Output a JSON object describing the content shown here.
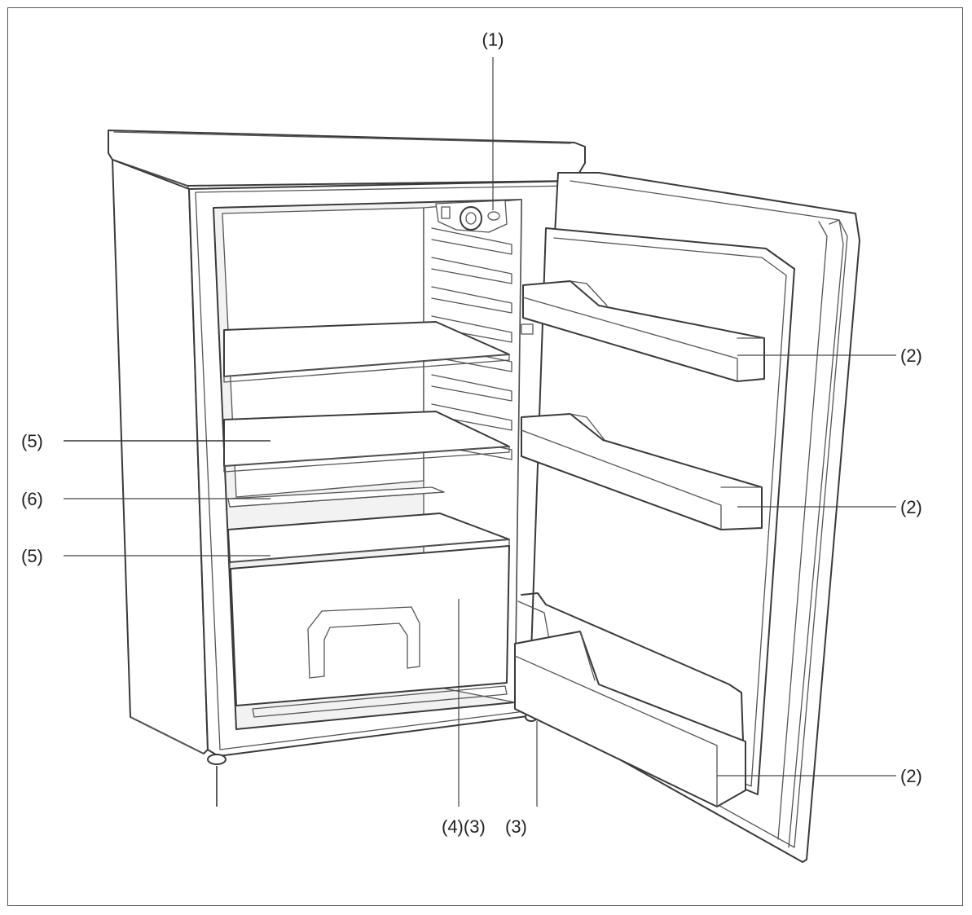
{
  "callouts": {
    "thermostat": "(1)",
    "door_shelf_top": "(2)",
    "door_shelf_middle": "(2)",
    "door_shelf_bottom": "(2)",
    "glass_shelf_upper": "(5)",
    "shelf_divider": "(6)",
    "glass_shelf_lower": "(5)",
    "crisper_and_feet": "(4)(3)",
    "foot_right": "(3)"
  }
}
